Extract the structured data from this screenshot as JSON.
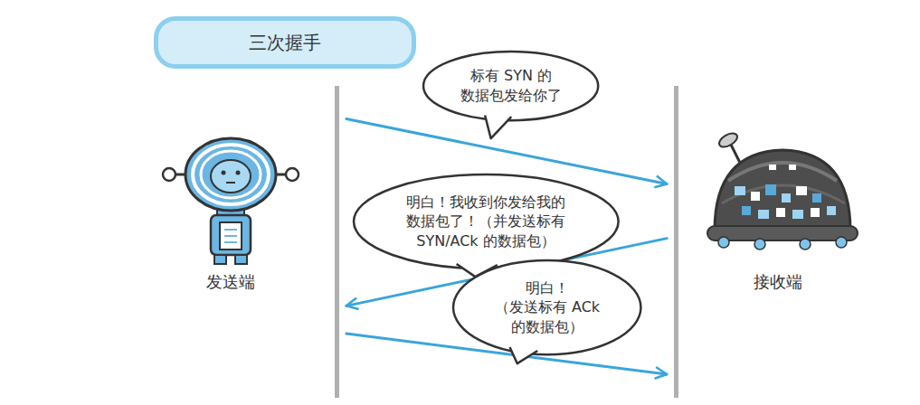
{
  "diagram": {
    "title": "三次握手",
    "nodes": [
      {
        "text": [
          "发送端"
        ]
      },
      {
        "text": [
          "接收端"
        ]
      }
    ],
    "edges": [
      {
        "from": 0,
        "to": 1,
        "arrow": "to",
        "label": "标有 SYN 的 数据包发给你了"
      },
      {
        "from": 1,
        "to": 0,
        "arrow": "to",
        "label": "明白！我收到你发给我的 数据包了！（并发送标有 SYN/ACk 的数据包）"
      },
      {
        "from": 0,
        "to": 1,
        "arrow": "to",
        "label": "明白！ （发送标有 ACk 的数据包）"
      }
    ]
  }
}
